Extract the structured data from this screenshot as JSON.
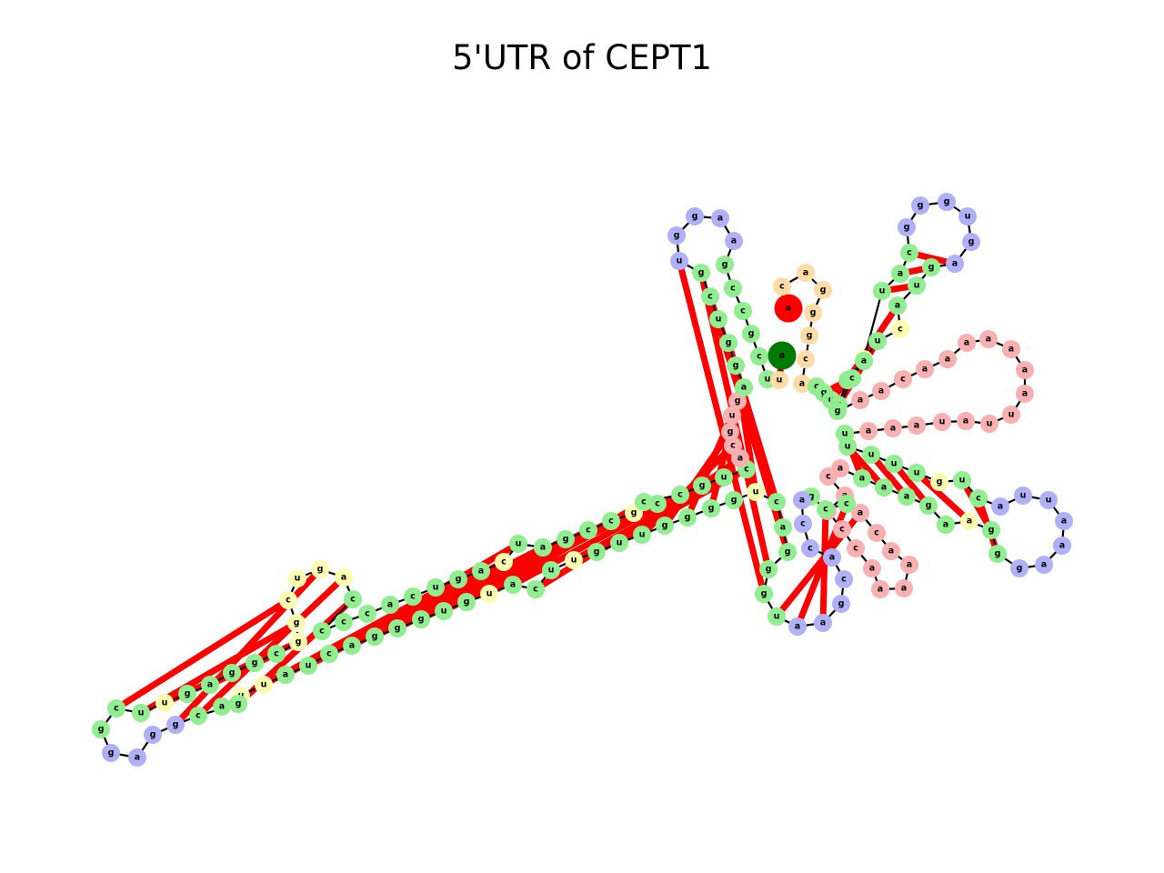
{
  "title": "5'UTR of CEPT1",
  "colors": {
    "stem": "#90ee90",
    "hairpin_loop": "#b0b0f8",
    "interior_loop": "#fdfdb0",
    "multiloop": "#f8b0b0",
    "dangling_end": "#ffdca6",
    "pair_bond": "#ff0000",
    "backbone": "#000000",
    "start_marker": "#ff0000",
    "end_marker": "#007a00"
  },
  "structure": {
    "nucleotides": [
      {
        "base": "a",
        "type": "start"
      },
      {
        "base": "c",
        "type": "dangling"
      },
      {
        "base": "a",
        "type": "dangling"
      },
      {
        "base": "g",
        "type": "dangling"
      },
      {
        "base": "g",
        "type": "dangling"
      },
      {
        "base": "g",
        "type": "dangling"
      },
      {
        "base": "c",
        "type": "dangling"
      },
      {
        "base": "a",
        "type": "dangling"
      },
      {
        "base": "c",
        "type": "stem"
      },
      {
        "base": "g",
        "type": "stem"
      },
      {
        "base": "u",
        "type": "stem"
      },
      {
        "base": "g",
        "type": "stem"
      },
      {
        "base": "g",
        "type": "stem"
      },
      {
        "base": "c",
        "type": "interior"
      },
      {
        "base": "u",
        "type": "stem"
      },
      {
        "base": "a",
        "type": "stem"
      },
      {
        "base": "c",
        "type": "stem"
      },
      {
        "base": "g",
        "type": "hairpin"
      },
      {
        "base": "g",
        "type": "hairpin"
      },
      {
        "base": "g",
        "type": "hairpin"
      },
      {
        "base": "u",
        "type": "hairpin"
      },
      {
        "base": "g",
        "type": "hairpin"
      },
      {
        "base": "a",
        "type": "hairpin"
      },
      {
        "base": "g",
        "type": "stem"
      },
      {
        "base": "u",
        "type": "stem"
      },
      {
        "base": "a",
        "type": "stem"
      },
      {
        "base": "c",
        "type": "interior"
      },
      {
        "base": "u",
        "type": "stem"
      },
      {
        "base": "a",
        "type": "stem"
      },
      {
        "base": "c",
        "type": "stem"
      },
      {
        "base": "g",
        "type": "stem"
      },
      {
        "base": "a",
        "type": "multiloop"
      },
      {
        "base": "a",
        "type": "multiloop"
      },
      {
        "base": "c",
        "type": "multiloop"
      },
      {
        "base": "a",
        "type": "multiloop"
      },
      {
        "base": "a",
        "type": "multiloop"
      },
      {
        "base": "a",
        "type": "multiloop"
      },
      {
        "base": "a",
        "type": "multiloop"
      },
      {
        "base": "a",
        "type": "multiloop"
      },
      {
        "base": "a",
        "type": "multiloop"
      },
      {
        "base": "a",
        "type": "multiloop"
      },
      {
        "base": "u",
        "type": "multiloop"
      },
      {
        "base": "u",
        "type": "multiloop"
      },
      {
        "base": "a",
        "type": "multiloop"
      },
      {
        "base": "u",
        "type": "multiloop"
      },
      {
        "base": "a",
        "type": "multiloop"
      },
      {
        "base": "a",
        "type": "multiloop"
      },
      {
        "base": "a",
        "type": "multiloop"
      },
      {
        "base": "u",
        "type": "stem"
      },
      {
        "base": "u",
        "type": "stem"
      },
      {
        "base": "u",
        "type": "stem"
      },
      {
        "base": "u",
        "type": "stem"
      },
      {
        "base": "u",
        "type": "stem"
      },
      {
        "base": "g",
        "type": "interior"
      },
      {
        "base": "u",
        "type": "stem"
      },
      {
        "base": "c",
        "type": "stem"
      },
      {
        "base": "a",
        "type": "hairpin"
      },
      {
        "base": "u",
        "type": "hairpin"
      },
      {
        "base": "u",
        "type": "hairpin"
      },
      {
        "base": "a",
        "type": "hairpin"
      },
      {
        "base": "a",
        "type": "hairpin"
      },
      {
        "base": "a",
        "type": "hairpin"
      },
      {
        "base": "g",
        "type": "hairpin"
      },
      {
        "base": "g",
        "type": "stem"
      },
      {
        "base": "g",
        "type": "stem"
      },
      {
        "base": "a",
        "type": "interior"
      },
      {
        "base": "a",
        "type": "stem"
      },
      {
        "base": "g",
        "type": "stem"
      },
      {
        "base": "a",
        "type": "stem"
      },
      {
        "base": "a",
        "type": "stem"
      },
      {
        "base": "a",
        "type": "stem"
      },
      {
        "base": "a",
        "type": "multiloop"
      },
      {
        "base": "c",
        "type": "multiloop"
      },
      {
        "base": "a",
        "type": "multiloop"
      },
      {
        "base": "u",
        "type": "multiloop"
      },
      {
        "base": "c",
        "type": "multiloop"
      },
      {
        "base": "c",
        "type": "multiloop"
      },
      {
        "base": "a",
        "type": "multiloop"
      },
      {
        "base": "a",
        "type": "multiloop"
      },
      {
        "base": "a",
        "type": "multiloop"
      },
      {
        "base": "a",
        "type": "multiloop"
      },
      {
        "base": "a",
        "type": "multiloop"
      },
      {
        "base": "c",
        "type": "multiloop"
      },
      {
        "base": "a",
        "type": "multiloop"
      },
      {
        "base": "c",
        "type": "stem"
      },
      {
        "base": "c",
        "type": "stem"
      },
      {
        "base": "g",
        "type": "stem"
      },
      {
        "base": "a",
        "type": "hairpin"
      },
      {
        "base": "c",
        "type": "hairpin"
      },
      {
        "base": "c",
        "type": "hairpin"
      },
      {
        "base": "a",
        "type": "hairpin"
      },
      {
        "base": "c",
        "type": "hairpin"
      },
      {
        "base": "g",
        "type": "hairpin"
      },
      {
        "base": "a",
        "type": "hairpin"
      },
      {
        "base": "a",
        "type": "hairpin"
      },
      {
        "base": "u",
        "type": "stem"
      },
      {
        "base": "g",
        "type": "stem"
      },
      {
        "base": "g",
        "type": "stem"
      },
      {
        "base": "g",
        "type": "stem"
      },
      {
        "base": "a",
        "type": "stem"
      },
      {
        "base": "c",
        "type": "stem"
      },
      {
        "base": "u",
        "type": "interior"
      },
      {
        "base": "g",
        "type": "stem"
      },
      {
        "base": "g",
        "type": "stem"
      },
      {
        "base": "g",
        "type": "stem"
      },
      {
        "base": "g",
        "type": "stem"
      },
      {
        "base": "u",
        "type": "stem"
      },
      {
        "base": "u",
        "type": "stem"
      },
      {
        "base": "g",
        "type": "stem"
      },
      {
        "base": "u",
        "type": "interior"
      },
      {
        "base": "u",
        "type": "stem"
      },
      {
        "base": "c",
        "type": "stem"
      },
      {
        "base": "a",
        "type": "stem"
      },
      {
        "base": "u",
        "type": "interior"
      },
      {
        "base": "g",
        "type": "stem"
      },
      {
        "base": "u",
        "type": "stem"
      },
      {
        "base": "g",
        "type": "stem"
      },
      {
        "base": "g",
        "type": "stem"
      },
      {
        "base": "g",
        "type": "stem"
      },
      {
        "base": "a",
        "type": "stem"
      },
      {
        "base": "c",
        "type": "stem"
      },
      {
        "base": "u",
        "type": "stem"
      },
      {
        "base": "a",
        "type": "stem"
      },
      {
        "base": "u",
        "type": "interior"
      },
      {
        "base": "u",
        "type": "interior"
      },
      {
        "base": "a",
        "type": "stem"
      },
      {
        "base": "g",
        "type": "stem"
      },
      {
        "base": "c",
        "type": "stem"
      },
      {
        "base": "g",
        "type": "hairpin"
      },
      {
        "base": "g",
        "type": "hairpin"
      },
      {
        "base": "a",
        "type": "hairpin"
      },
      {
        "base": "g",
        "type": "hairpin"
      },
      {
        "base": "g",
        "type": "stem"
      },
      {
        "base": "c",
        "type": "stem"
      },
      {
        "base": "u",
        "type": "stem"
      },
      {
        "base": "u",
        "type": "interior"
      },
      {
        "base": "g",
        "type": "stem"
      },
      {
        "base": "a",
        "type": "stem"
      },
      {
        "base": "g",
        "type": "stem"
      },
      {
        "base": "g",
        "type": "stem"
      },
      {
        "base": "c",
        "type": "stem"
      },
      {
        "base": "g",
        "type": "interior"
      },
      {
        "base": "g",
        "type": "interior"
      },
      {
        "base": "c",
        "type": "interior"
      },
      {
        "base": "u",
        "type": "interior"
      },
      {
        "base": "g",
        "type": "interior"
      },
      {
        "base": "a",
        "type": "interior"
      },
      {
        "base": "c",
        "type": "stem"
      },
      {
        "base": "c",
        "type": "stem"
      },
      {
        "base": "c",
        "type": "stem"
      },
      {
        "base": "c",
        "type": "stem"
      },
      {
        "base": "a",
        "type": "stem"
      },
      {
        "base": "c",
        "type": "stem"
      },
      {
        "base": "u",
        "type": "stem"
      },
      {
        "base": "g",
        "type": "stem"
      },
      {
        "base": "a",
        "type": "stem"
      },
      {
        "base": "c",
        "type": "interior"
      },
      {
        "base": "u",
        "type": "stem"
      },
      {
        "base": "a",
        "type": "stem"
      },
      {
        "base": "g",
        "type": "stem"
      },
      {
        "base": "c",
        "type": "stem"
      },
      {
        "base": "c",
        "type": "stem"
      },
      {
        "base": "g",
        "type": "interior"
      },
      {
        "base": "c",
        "type": "stem"
      },
      {
        "base": "c",
        "type": "stem"
      },
      {
        "base": "c",
        "type": "stem"
      },
      {
        "base": "g",
        "type": "stem"
      },
      {
        "base": "u",
        "type": "stem"
      },
      {
        "base": "c",
        "type": "stem"
      },
      {
        "base": "a",
        "type": "multiloop"
      },
      {
        "base": "c",
        "type": "multiloop"
      },
      {
        "base": "g",
        "type": "multiloop"
      },
      {
        "base": "u",
        "type": "multiloop"
      },
      {
        "base": "g",
        "type": "multiloop"
      },
      {
        "base": "a",
        "type": "stem"
      },
      {
        "base": "g",
        "type": "stem"
      },
      {
        "base": "g",
        "type": "stem"
      },
      {
        "base": "u",
        "type": "stem"
      },
      {
        "base": "c",
        "type": "stem"
      },
      {
        "base": "g",
        "type": "stem"
      },
      {
        "base": "u",
        "type": "hairpin"
      },
      {
        "base": "g",
        "type": "hairpin"
      },
      {
        "base": "g",
        "type": "hairpin"
      },
      {
        "base": "a",
        "type": "hairpin"
      },
      {
        "base": "a",
        "type": "hairpin"
      },
      {
        "base": "g",
        "type": "stem"
      },
      {
        "base": "c",
        "type": "stem"
      },
      {
        "base": "c",
        "type": "stem"
      },
      {
        "base": "g",
        "type": "stem"
      },
      {
        "base": "c",
        "type": "stem"
      },
      {
        "base": "u",
        "type": "stem"
      },
      {
        "base": "u",
        "type": "dangling"
      },
      {
        "base": "a",
        "type": "end"
      }
    ],
    "pairs": [
      [
        8,
        30
      ],
      [
        9,
        29
      ],
      [
        10,
        28
      ],
      [
        11,
        27
      ],
      [
        12,
        25
      ],
      [
        14,
        24
      ],
      [
        15,
        23
      ],
      [
        16,
        22
      ],
      [
        48,
        70
      ],
      [
        49,
        69
      ],
      [
        50,
        68
      ],
      [
        51,
        67
      ],
      [
        52,
        65
      ],
      [
        54,
        64
      ],
      [
        55,
        63
      ],
      [
        83,
        95
      ],
      [
        84,
        94
      ],
      [
        85,
        93
      ],
      [
        96,
        180
      ],
      [
        97,
        179
      ],
      [
        98,
        178
      ],
      [
        99,
        177
      ],
      [
        100,
        176
      ],
      [
        101,
        175
      ],
      [
        103,
        173
      ],
      [
        104,
        172
      ],
      [
        105,
        171
      ],
      [
        106,
        170
      ],
      [
        107,
        169
      ],
      [
        108,
        168
      ],
      [
        109,
        167
      ],
      [
        111,
        166
      ],
      [
        112,
        165
      ],
      [
        113,
        164
      ],
      [
        115,
        162
      ],
      [
        116,
        161
      ],
      [
        117,
        160
      ],
      [
        118,
        159
      ],
      [
        119,
        158
      ],
      [
        120,
        157
      ],
      [
        121,
        156
      ],
      [
        122,
        155
      ],
      [
        123,
        154
      ],
      [
        126,
        147
      ],
      [
        127,
        146
      ],
      [
        128,
        145
      ],
      [
        133,
        143
      ],
      [
        134,
        142
      ],
      [
        135,
        141
      ],
      [
        137,
        140
      ],
      [
        186,
        197
      ],
      [
        187,
        196
      ],
      [
        188,
        195
      ],
      [
        189,
        194
      ],
      [
        190,
        193
      ],
      [
        191,
        192
      ]
    ]
  }
}
